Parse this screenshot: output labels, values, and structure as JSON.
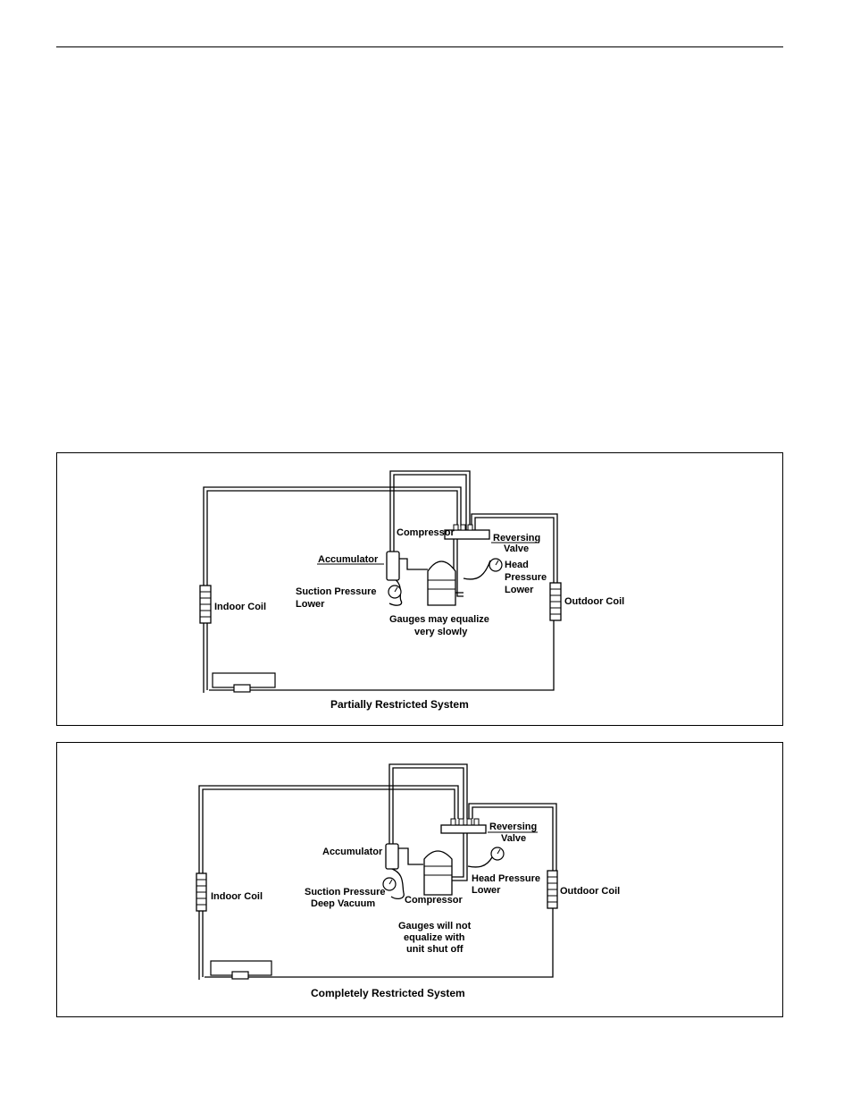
{
  "figures": [
    {
      "caption": "Partially Restricted System",
      "labels": {
        "compressor": "Compressor",
        "reversing_valve_1": "Reversing",
        "reversing_valve_2": "Valve",
        "accumulator": "Accumulator",
        "suction_1": "Suction Pressure",
        "suction_2": "Lower",
        "head_1": "Head",
        "head_2": "Pressure",
        "head_3": "Lower",
        "indoor_coil": "Indoor Coil",
        "outdoor_coil": "Outdoor Coil",
        "gauges_1": "Gauges may equalize",
        "gauges_2": "very slowly"
      }
    },
    {
      "caption": "Completely Restricted System",
      "labels": {
        "compressor": "Compressor",
        "reversing_valve_1": "Reversing",
        "reversing_valve_2": "Valve",
        "accumulator": "Accumulator",
        "suction_1": "Suction Pressure",
        "suction_2": "Deep Vacuum",
        "head_1": "Head Pressure",
        "head_2": "Lower",
        "indoor_coil": "Indoor Coil",
        "outdoor_coil": "Outdoor Coil",
        "gauges_1": "Gauges will not",
        "gauges_2": "equalize with",
        "gauges_3": "unit shut off"
      }
    }
  ]
}
